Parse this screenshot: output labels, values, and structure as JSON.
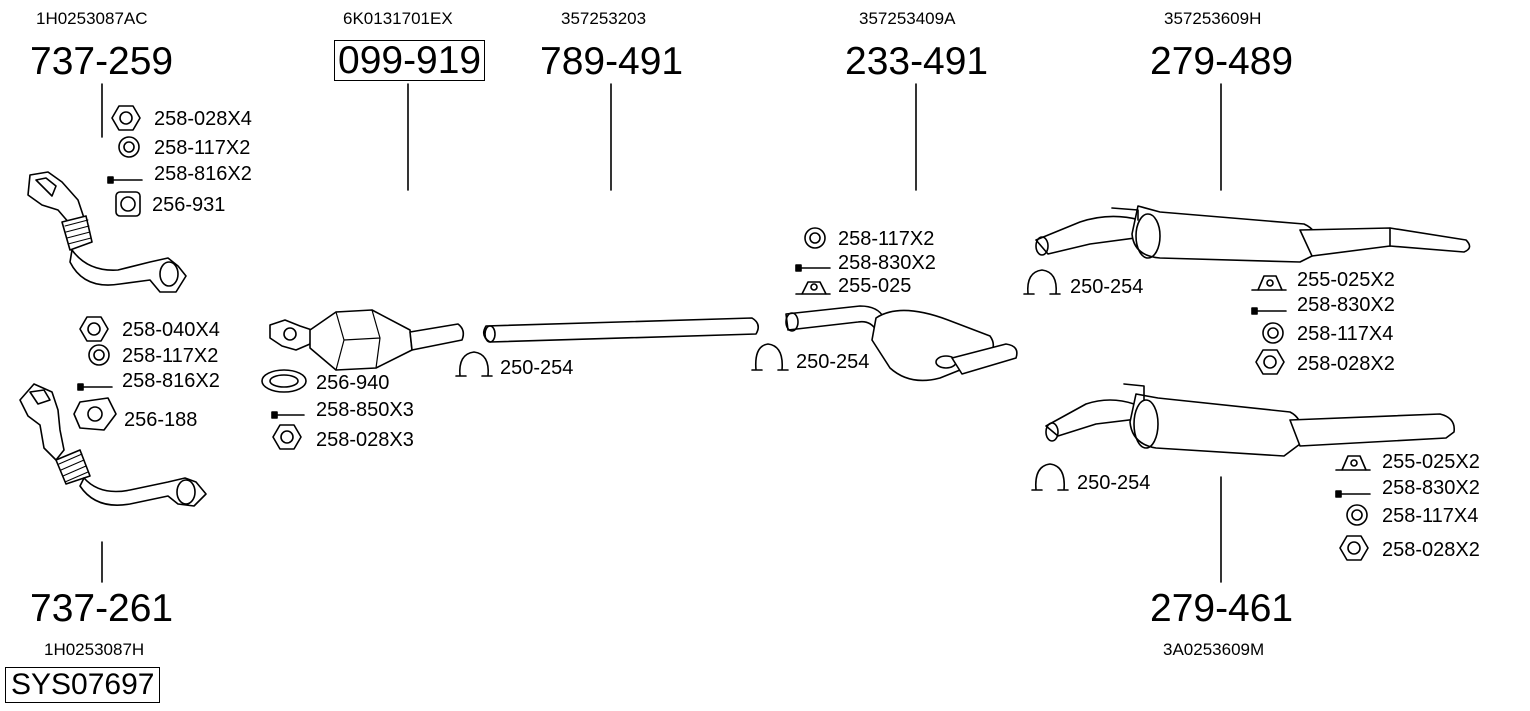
{
  "diagram": {
    "system_id": "SYS07697",
    "parts": [
      {
        "id": "p1",
        "part_number": "737-259",
        "oem": "1H0253087AC",
        "boxed": false
      },
      {
        "id": "p2",
        "part_number": "099-919",
        "oem": "6K0131701EX",
        "boxed": true
      },
      {
        "id": "p3",
        "part_number": "789-491",
        "oem": "357253203",
        "boxed": false
      },
      {
        "id": "p4",
        "part_number": "233-491",
        "oem": "357253409A",
        "boxed": false
      },
      {
        "id": "p5",
        "part_number": "279-489",
        "oem": "357253609H",
        "boxed": false
      },
      {
        "id": "p6",
        "part_number": "737-261",
        "oem": "1H0253087H",
        "boxed": false
      },
      {
        "id": "p7",
        "part_number": "279-461",
        "oem": "3A0253609M",
        "boxed": false
      }
    ],
    "accessories": {
      "a1": "258-028X4",
      "a2": "258-117X2",
      "a3": "258-816X2",
      "a4": "256-931",
      "b1": "258-040X4",
      "b2": "258-117X2",
      "b3": "258-816X2",
      "b4": "256-188",
      "c1": "256-940",
      "c2": "258-850X3",
      "c3": "258-028X3",
      "d1": "250-254",
      "e1": "250-254",
      "e2": "258-117X2",
      "e3": "258-830X2",
      "e4": "255-025",
      "f1": "250-254",
      "f2": "255-025X2",
      "f3": "258-830X2",
      "f4": "258-117X4",
      "f5": "258-028X2",
      "g1": "250-254",
      "g2": "255-025X2",
      "g3": "258-830X2",
      "g4": "258-117X4",
      "g5": "258-028X2"
    }
  }
}
